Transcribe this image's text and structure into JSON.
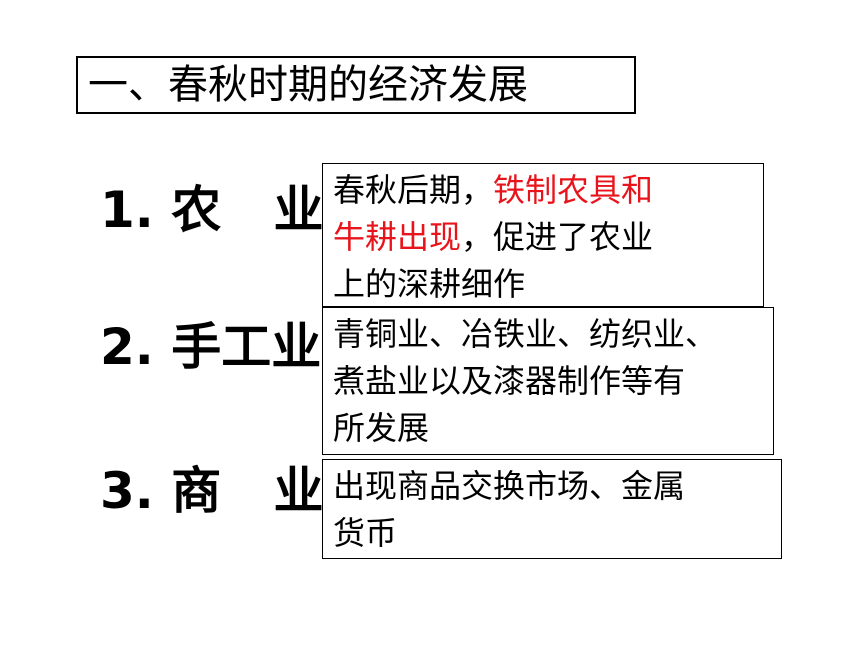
{
  "slide": {
    "title": "一、春秋时期的经济发展",
    "headings": [
      {
        "number": "1.",
        "label": "农   业"
      },
      {
        "number": "2.",
        "label": "手工业"
      },
      {
        "number": "3.",
        "label": "商   业"
      }
    ],
    "callouts": {
      "agriculture": {
        "line1_normal": "春秋后期，",
        "line1_red": "铁制农具和",
        "line2_red": "牛耕出现",
        "line2_normal": "，促进了农业",
        "line3": "上的深耕细作"
      },
      "handicraft": {
        "line1": "青铜业、冶铁业、纺织业、",
        "line2": "煮盐业以及漆器制作等有",
        "line3": "所发展"
      },
      "commerce": {
        "line1": "出现商品交换市场、金属",
        "line2": "货币"
      }
    }
  },
  "colors": {
    "highlight": "#e8141c"
  }
}
